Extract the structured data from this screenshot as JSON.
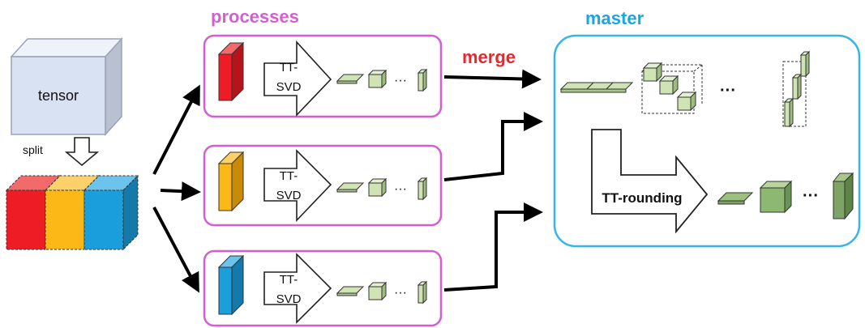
{
  "labels": {
    "tensor": "tensor",
    "split": "split",
    "processes": "processes",
    "merge": "merge",
    "master": "master",
    "tt_prefix": "TT-",
    "svd": "SVD",
    "tt_rounding": "TT-rounding",
    "ellipsis": "···"
  },
  "colors": {
    "processes_title": "#d35fd3",
    "process_border": "#d35fd3",
    "merge": "#e8262c",
    "master_title": "#1aa6e0",
    "master_border": "#33b6ea",
    "block_red": "#ee1c24",
    "block_yellow": "#fbb817",
    "block_blue": "#1b9fdc",
    "core_green": "#cfe3b4",
    "core_green_dark": "#7ea465",
    "tensor_face": "#d9e2f2"
  },
  "processes": [
    {
      "id": "p1",
      "block_color": "#ee1c24"
    },
    {
      "id": "p2",
      "block_color": "#fbb817"
    },
    {
      "id": "p3",
      "block_color": "#1b9fdc"
    }
  ]
}
